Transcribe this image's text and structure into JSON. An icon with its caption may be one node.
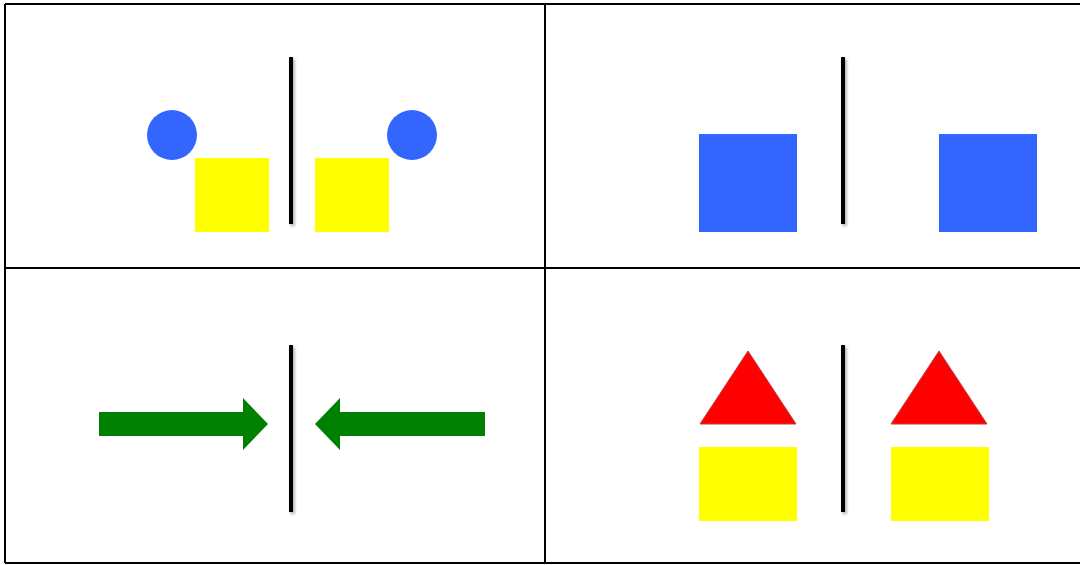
{
  "diagram": {
    "nodes": [
      {
        "text": [],
        "shape": "circle"
      },
      {
        "text": [],
        "shape": "box"
      },
      {
        "text": [],
        "shape": "box"
      },
      {
        "text": [],
        "shape": "circle"
      },
      {
        "text": [],
        "shape": "box"
      },
      {
        "text": [],
        "shape": "box"
      },
      {
        "text": [],
        "shape": "triangle"
      },
      {
        "text": [],
        "shape": "triangle"
      },
      {
        "text": [],
        "shape": "box"
      },
      {
        "text": [],
        "shape": "box"
      }
    ]
  }
}
